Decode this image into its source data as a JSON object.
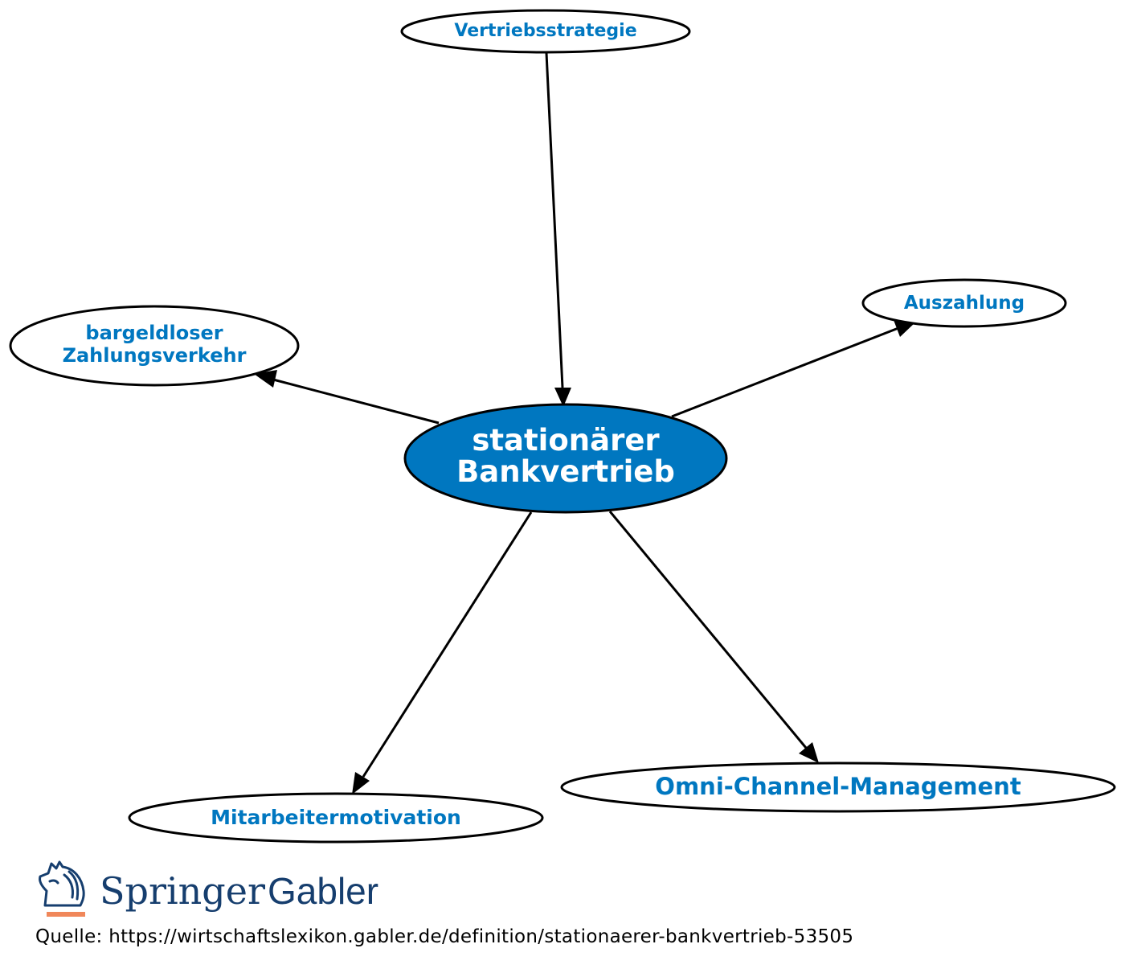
{
  "center": {
    "line1": "stationärer",
    "line2": "Bankvertrieb",
    "fill": "#0077c0"
  },
  "nodes": {
    "vertriebsstrategie": "Vertriebsstrategie",
    "bargeldloser_line1": "bargeldloser",
    "bargeldloser_line2": "Zahlungsverkehr",
    "auszahlung": "Auszahlung",
    "mitarbeitermotivation": "Mitarbeitermotivation",
    "omni_channel": "Omni-Channel-Management"
  },
  "colors": {
    "label": "#0077c0",
    "logo": "#163e6e",
    "logo_underline": "#f0875a"
  },
  "logo": {
    "word1": "Springer",
    "word2": "Gabler",
    "icon": "knight-horse-icon"
  },
  "source": "Quelle: https://wirtschaftslexikon.gabler.de/definition/stationaerer-bankvertrieb-53505"
}
